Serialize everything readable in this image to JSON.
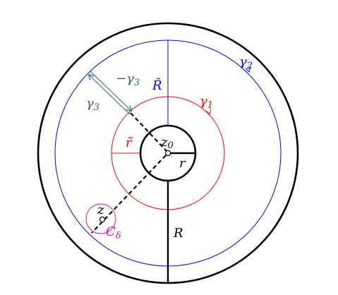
{
  "figure": {
    "colors": {
      "black": "#000000",
      "blue": "#0000ff",
      "red": "#ff0000",
      "green": "#2e6b4f",
      "magenta": "#e0109a",
      "white": "#ffffff"
    },
    "labels": {
      "gamma1_base": "γ",
      "gamma1_sub": "1",
      "gamma2_base": "γ",
      "gamma2_sub": "2",
      "minus_gamma3_base": "−γ",
      "minus_gamma3_sub": "3",
      "gamma3_base": "γ",
      "gamma3_sub": "3",
      "R_tilde": "R̃",
      "r_tilde": "r̃",
      "z0_base": "z",
      "z0_sub": "0",
      "r": "r",
      "R": "R",
      "z": "z",
      "C_delta_base": "C",
      "C_delta_sub": "δ"
    }
  }
}
